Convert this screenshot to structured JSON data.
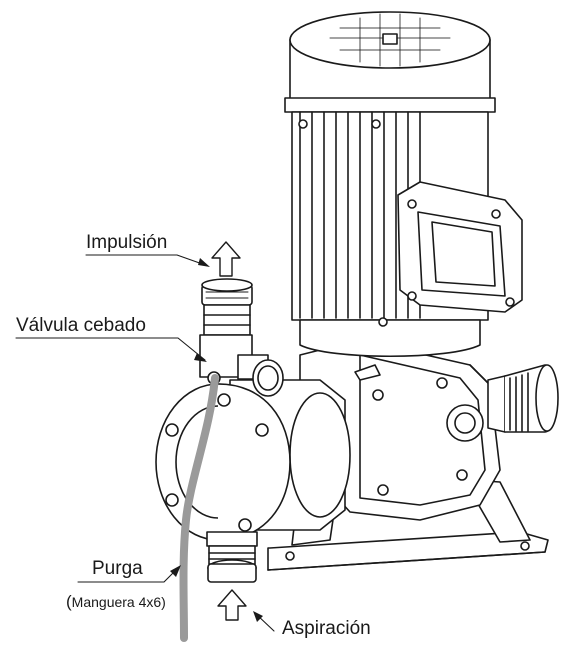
{
  "labels": {
    "impulsion": "Impulsión",
    "valvula": "Válvula cebado",
    "purga": "Purga",
    "manguera_paren": "(",
    "manguera": "Manguera 4x6)",
    "aspiracion": "Aspiración"
  },
  "colors": {
    "line": "#1a1a1a",
    "hose": "#9a9a9a",
    "fill": "#ffffff"
  }
}
